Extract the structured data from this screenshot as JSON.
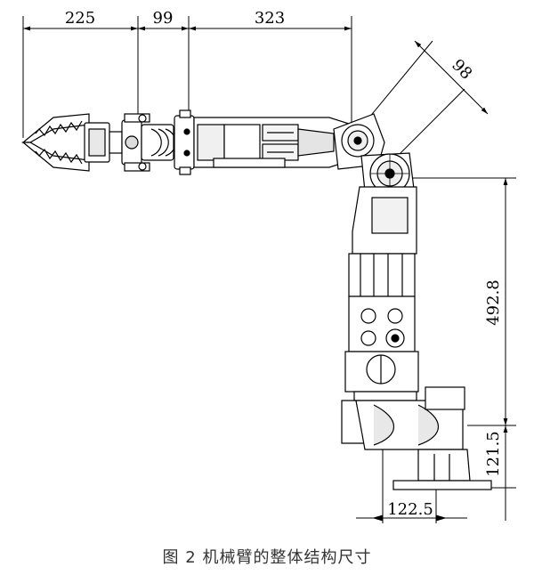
{
  "figure": {
    "caption": "图 2 机械臂的整体结构尺寸"
  },
  "dimensions": {
    "gripper_length": "225",
    "wrist_length": "99",
    "forearm_length": "323",
    "elbow_offset": "98",
    "upper_arm_height": "492.8",
    "base_height": "121.5",
    "base_width": "122.5"
  }
}
